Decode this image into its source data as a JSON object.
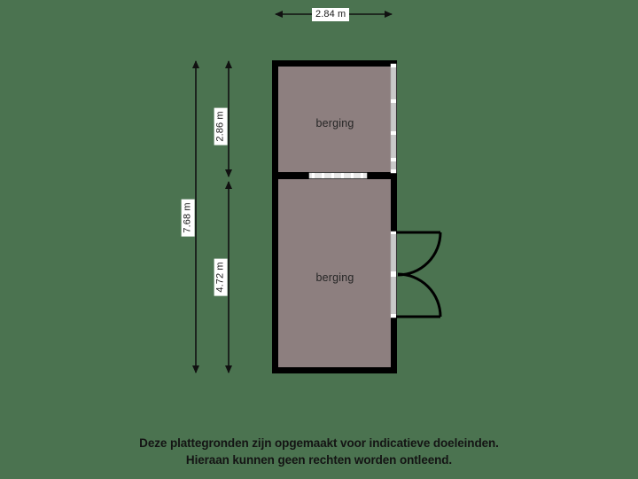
{
  "plan": {
    "background_color": "#4b7350",
    "room_fill_color": "#8d7f7f",
    "wall_color": "#000000",
    "window_color": "#c9c9c9",
    "rooms": [
      {
        "id": "room-upper",
        "label": "berging"
      },
      {
        "id": "room-lower",
        "label": "berging"
      }
    ],
    "dimensions": {
      "width_total": "2.84 m",
      "height_total": "7.68 m",
      "height_upper": "2.86 m",
      "height_lower": "4.72 m"
    },
    "features": {
      "window_label": "window",
      "interior_opening_label": "interior-opening",
      "door_label": "double-door"
    }
  },
  "disclaimer": {
    "line1": "Deze plattegronden zijn opgemaakt voor indicatieve doeleinden.",
    "line2": "Hieraan kunnen geen rechten worden ontleend."
  }
}
